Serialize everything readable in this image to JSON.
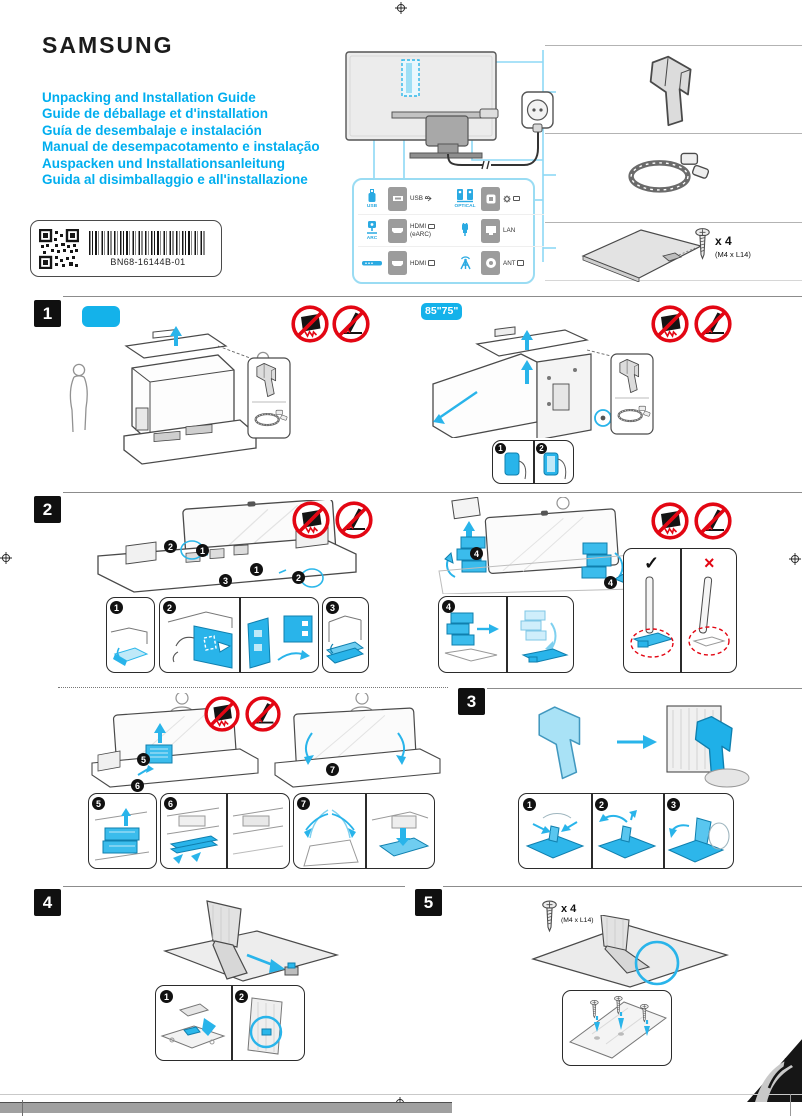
{
  "page": {
    "brand": "SAMSUNG",
    "part_number": "BN68-16144B-01"
  },
  "titles": [
    "Unpacking and Installation Guide",
    "Guide de déballage et d'installation",
    "Guía de desembalaje e instalación",
    "Manual de desempacotamento e instalação",
    "Auspacken und Installationsanleitung",
    "Guida al disimballaggio e all'installazione"
  ],
  "ports": {
    "cells": [
      {
        "device": "USB",
        "label": "USB",
        "sublabel": ""
      },
      {
        "device": "OPTICAL",
        "label": "",
        "sublabel": ""
      },
      {
        "device": "ARC",
        "label": "HDMI",
        "sublabel": "(eARC)"
      },
      {
        "device": "",
        "label": "LAN",
        "sublabel": ""
      },
      {
        "device": "",
        "label": "HDMI",
        "sublabel": ""
      },
      {
        "device": "",
        "label": "ANT",
        "sublabel": ""
      }
    ]
  },
  "accessories": {
    "screw_qty": "x 4",
    "screw_spec": "(M4 x L14)"
  },
  "sections": {
    "one": "1",
    "two": "2",
    "three": "3",
    "four": "4",
    "five": "5",
    "size_badge": "85\"75\""
  },
  "steps": {
    "n1": "1",
    "n2": "2",
    "n3": "3",
    "n4": "4",
    "n5": "5",
    "n6": "6",
    "n7": "7"
  },
  "marks": {
    "check": "✓",
    "cross": "×"
  },
  "icons": {
    "prohibited_impact": "red-circle-slash over screen impact",
    "prohibited_lean": "red-circle-slash over leaning panel",
    "registration": "crosshair",
    "page_turn": "folded-corner-arrow"
  }
}
